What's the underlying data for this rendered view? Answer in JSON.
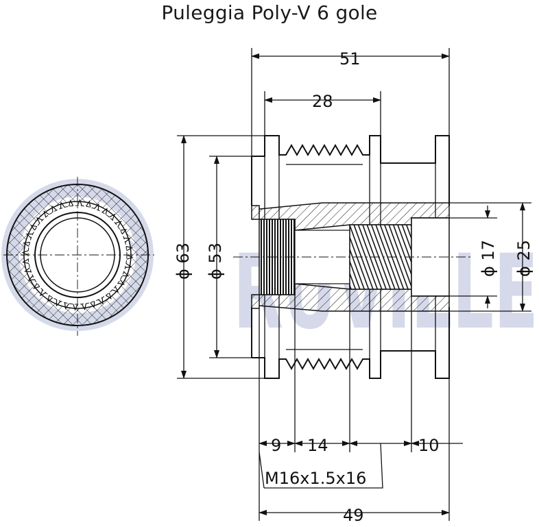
{
  "title": "Puleggia Poly-V 6 gole",
  "watermark": "RUVILLE",
  "colors": {
    "watermark": "#c7cde3",
    "line": "#111111"
  },
  "dimensions": {
    "overall_length": "51",
    "groove_width": "28",
    "outer_diameter": "ϕ 63",
    "groove_diameter": "ϕ 53",
    "bore_small": "ϕ 17",
    "bore_large": "ϕ 25",
    "seg_a": "9",
    "seg_b": "14",
    "seg_c": "10",
    "thread": "M16x1.5x16",
    "bottom_length": "49"
  }
}
